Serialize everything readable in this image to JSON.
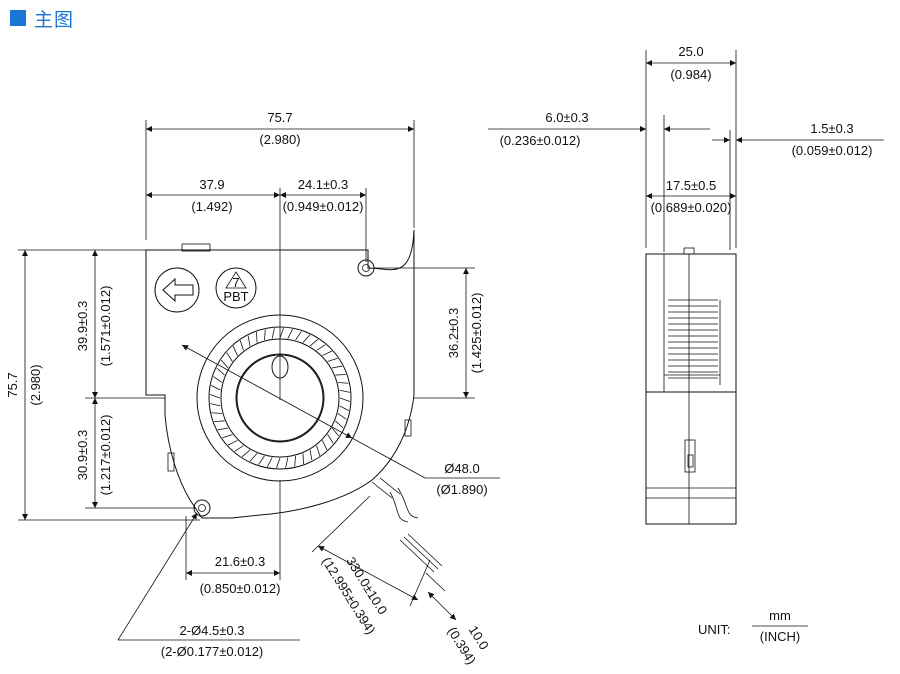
{
  "header": {
    "title": "主图"
  },
  "front_view": {
    "overall_width": {
      "mm": "75.7",
      "inch": "(2.980)"
    },
    "half_width": {
      "mm": "37.9",
      "inch": "(1.492)"
    },
    "hole_offset": {
      "mm": "24.1±0.3",
      "inch": "(0.949±0.012)"
    },
    "overall_height": {
      "mm": "75.7",
      "inch": "(2.980)"
    },
    "upper_height": {
      "mm": "39.9±0.3",
      "inch": "(1.571±0.012)"
    },
    "lower_height": {
      "mm": "30.9±0.3",
      "inch": "(1.217±0.012)"
    },
    "right_height": {
      "mm": "36.2±0.3",
      "inch": "(1.425±0.012)"
    },
    "impeller_dia": {
      "mm": "Ø48.0",
      "inch": "(Ø1.890)"
    },
    "hole_spacing": {
      "mm": "21.6±0.3",
      "inch": "(0.850±0.012)"
    },
    "mount_holes": {
      "mm": "2-Ø4.5±0.3",
      "inch": "(2-Ø0.177±0.012)"
    },
    "lead_length": {
      "mm": "330.0±10.0",
      "inch": "(12.995±0.394)"
    },
    "lead_strip": {
      "mm": "10.0",
      "inch": "(0.394)"
    },
    "label_material": "PBT",
    "label_recycle_code": "7"
  },
  "side_view": {
    "thickness": {
      "mm": "25.0",
      "inch": "(0.984)"
    },
    "outlet_offset": {
      "mm": "6.0±0.3",
      "inch": "(0.236±0.012)"
    },
    "lip": {
      "mm": "1.5±0.3",
      "inch": "(0.059±0.012)"
    },
    "outlet_width": {
      "mm": "17.5±0.5",
      "inch": "(0.689±0.020)"
    }
  },
  "unit_note": {
    "label": "UNIT:",
    "numerator": "mm",
    "denominator": "(INCH)"
  }
}
